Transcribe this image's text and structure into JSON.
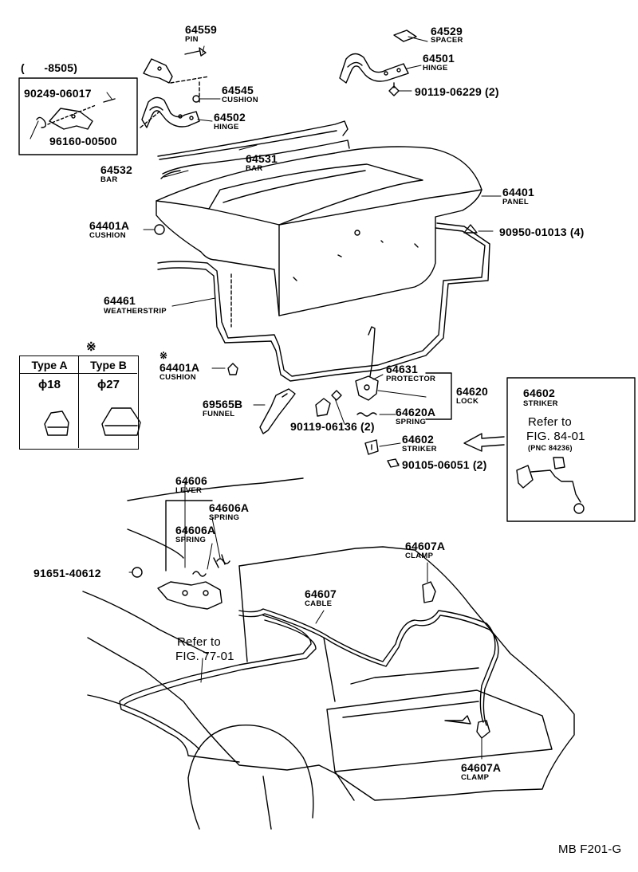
{
  "labels": {
    "p64559": {
      "num": "64559",
      "name": "PIN"
    },
    "p64529": {
      "num": "64529",
      "name": "SPACER"
    },
    "p64501": {
      "num": "64501",
      "name": "HINGE"
    },
    "p90119a": {
      "num": "90119-06229 (2)"
    },
    "range": "(      -8505)",
    "p90249": {
      "num": "90249-06017"
    },
    "p96160": {
      "num": "96160-00500"
    },
    "p64545": {
      "num": "64545",
      "name": "CUSHION"
    },
    "p64502": {
      "num": "64502",
      "name": "HINGE"
    },
    "p64531": {
      "num": "64531",
      "name": "BAR"
    },
    "p64532": {
      "num": "64532",
      "name": "BAR"
    },
    "p64401": {
      "num": "64401",
      "name": "PANEL"
    },
    "p64401A1": {
      "num": "64401A",
      "name": "CUSHION"
    },
    "p90950": {
      "num": "90950-01013 (4)"
    },
    "p64461": {
      "num": "64461",
      "name": "WEATHERSTRIP"
    },
    "mark": "※",
    "p64401A2": {
      "mark": "※",
      "num": "64401A",
      "name": "CUSHION"
    },
    "p64631": {
      "num": "64631",
      "name": "PROTECTOR"
    },
    "p64620": {
      "num": "64620",
      "name": "LOCK"
    },
    "p69565B": {
      "num": "69565B",
      "name": "FUNNEL"
    },
    "p64620A": {
      "num": "64620A",
      "name": "SPRING"
    },
    "p90119b": {
      "num": "90119-06136 (2)"
    },
    "p64602": {
      "num": "64602",
      "name": "STRIKER"
    },
    "p90105": {
      "num": "90105-06051 (2)"
    },
    "p64606": {
      "num": "64606",
      "name": "LEVER"
    },
    "p64606A1": {
      "num": "64606A",
      "name": "SPRING"
    },
    "p64606A2": {
      "num": "64606A",
      "name": "SPRING"
    },
    "p91651": {
      "num": "91651-40612"
    },
    "p64607A1": {
      "num": "64607A",
      "name": "CLAMP"
    },
    "p64607": {
      "num": "64607",
      "name": "CABLE"
    },
    "refer77a": "Refer to",
    "refer77b": "FIG. 77-01",
    "p64607A2": {
      "num": "64607A",
      "name": "CLAMP"
    },
    "figcode": "MB F201-G"
  },
  "type_table": {
    "type_a": "Type A",
    "type_b": "Type B",
    "dia_a": "ϕ18",
    "dia_b": "ϕ27"
  },
  "striker_box": {
    "num": "64602",
    "name": "STRIKER",
    "refer": "Refer to",
    "fig": "FIG. 84-01",
    "pnc": "(PNC 84236)"
  }
}
